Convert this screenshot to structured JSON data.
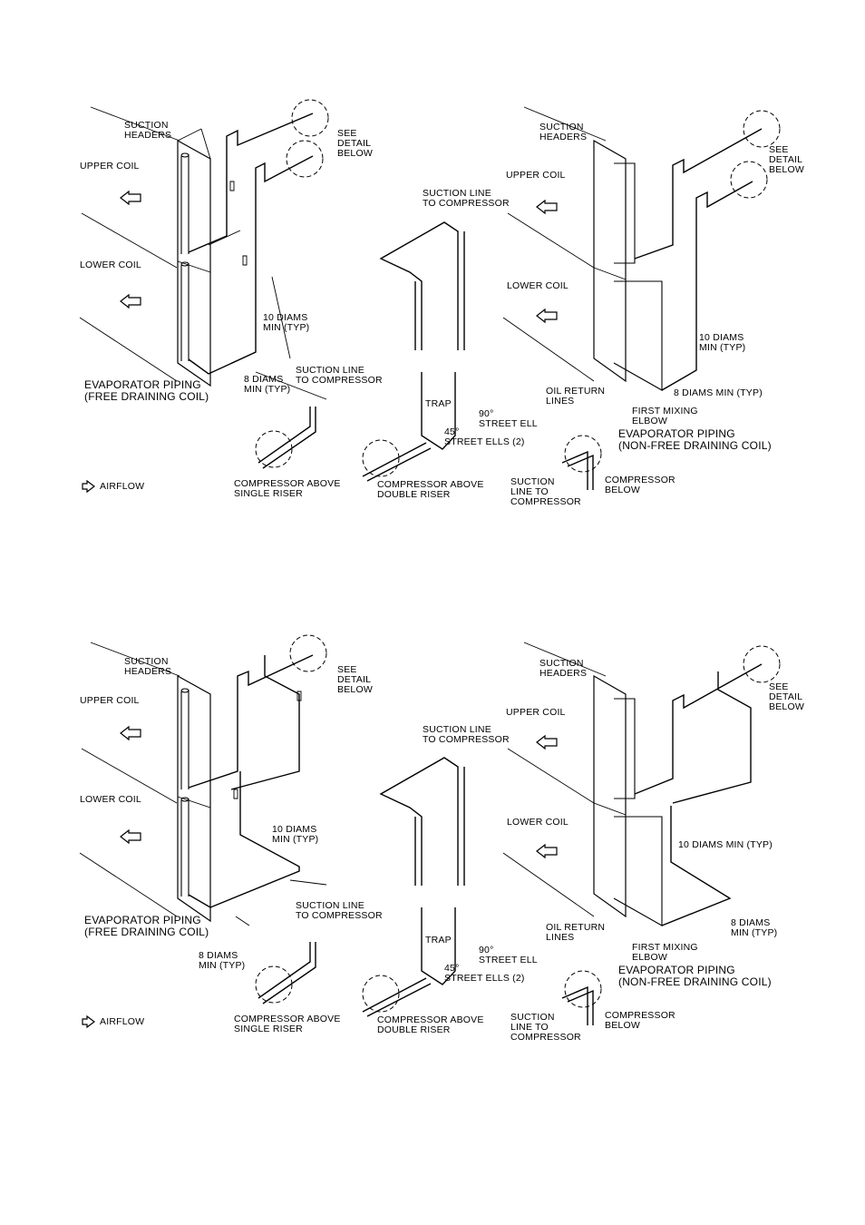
{
  "figures": [
    {
      "id": "figure-top",
      "labels": {
        "suction_headers_left": "SUCTION\nHEADERS",
        "upper_coil_left": "UPPER COIL",
        "lower_coil_left": "LOWER COIL",
        "see_detail_left": "SEE\nDETAIL\nBELOW",
        "ten_diams_left": "10 DIAMS\nMIN (TYP)",
        "suction_line_left": "SUCTION LINE\nTO COMPRESSOR",
        "eight_diams_left": "8 DIAMS\nMIN (TYP)",
        "evap_free": "EVAPORATOR PIPING\n(FREE DRAINING COIL)",
        "airflow": "AIRFLOW",
        "comp_above_single": "COMPRESSOR ABOVE\nSINGLE RISER",
        "suction_line_mid": "SUCTION LINE\nTO COMPRESSOR",
        "trap": "TRAP",
        "street_ell_90": "90°\nSTREET ELL",
        "street_ells_45": "45°\nSTREET ELLS (2)",
        "comp_above_double": "COMPRESSOR ABOVE\nDOUBLE RISER",
        "suction_headers_right": "SUCTION\nHEADERS",
        "upper_coil_right": "UPPER COIL",
        "lower_coil_right": "LOWER COIL",
        "see_detail_right": "SEE\nDETAIL\nBELOW",
        "ten_diams_right": "10 DIAMS\nMIN (TYP)",
        "oil_return": "OIL RETURN\nLINES",
        "eight_diams_right": "8 DIAMS MIN (TYP)",
        "first_mixing": "FIRST MIXING\nELBOW",
        "evap_nonfree": "EVAPORATOR PIPING\n(NON-FREE DRAINING COIL)",
        "suction_line_right": "SUCTION\nLINE TO\nCOMPRESSOR",
        "comp_below": "COMPRESSOR\nBELOW"
      }
    },
    {
      "id": "figure-bottom",
      "labels": {
        "suction_headers_left": "SUCTION\nHEADERS",
        "upper_coil_left": "UPPER COIL",
        "lower_coil_left": "LOWER COIL",
        "see_detail_left": "SEE\nDETAIL\nBELOW",
        "ten_diams_left": "10 DIAMS\nMIN (TYP)",
        "suction_line_left": "SUCTION LINE\nTO COMPRESSOR",
        "eight_diams_left": "8 DIAMS\nMIN (TYP)",
        "evap_free": "EVAPORATOR PIPING\n(FREE DRAINING COIL)",
        "airflow": "AIRFLOW",
        "comp_above_single": "COMPRESSOR ABOVE\nSINGLE RISER",
        "suction_line_mid": "SUCTION LINE\nTO COMPRESSOR",
        "trap": "TRAP",
        "street_ell_90": "90°\nSTREET ELL",
        "street_ells_45": "45°\nSTREET ELLS (2)",
        "comp_above_double": "COMPRESSOR ABOVE\nDOUBLE RISER",
        "suction_headers_right": "SUCTION\nHEADERS",
        "upper_coil_right": "UPPER COIL",
        "lower_coil_right": "LOWER COIL",
        "see_detail_right": "SEE\nDETAIL\nBELOW",
        "ten_diams_right": "10 DIAMS MIN (TYP)",
        "oil_return": "OIL RETURN\nLINES",
        "eight_diams_right": "8 DIAMS\nMIN (TYP)",
        "first_mixing": "FIRST MIXING\nELBOW",
        "evap_nonfree": "EVAPORATOR PIPING\n(NON-FREE DRAINING COIL)",
        "suction_line_right": "SUCTION\nLINE TO\nCOMPRESSOR",
        "comp_below": "COMPRESSOR\nBELOW"
      }
    }
  ]
}
